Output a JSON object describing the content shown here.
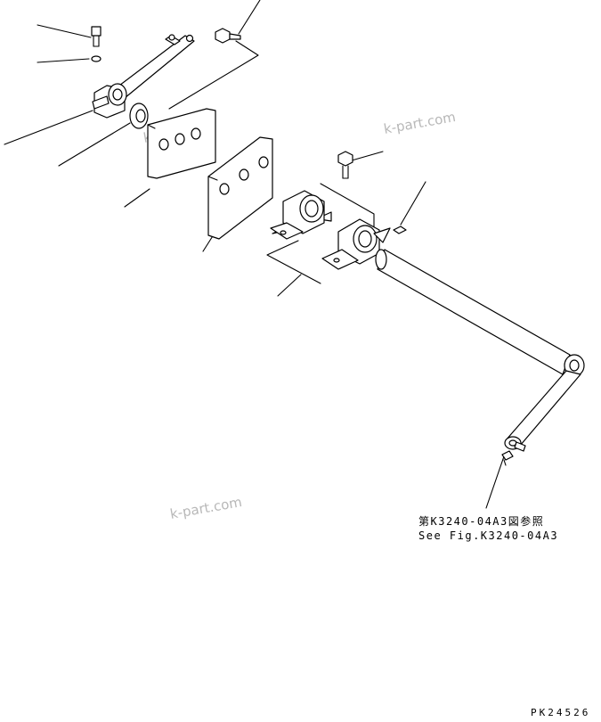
{
  "watermarks": [
    "k-part.com",
    "k-part.com",
    "k-part.com"
  ],
  "reference_note": {
    "line1": "第K3240-04A3図参照",
    "line2": "See Fig.K3240-04A3"
  },
  "drawing_code": "PK24526",
  "colors": {
    "line": "#000000",
    "watermark": "#b8b8b8",
    "background": "#ffffff"
  }
}
